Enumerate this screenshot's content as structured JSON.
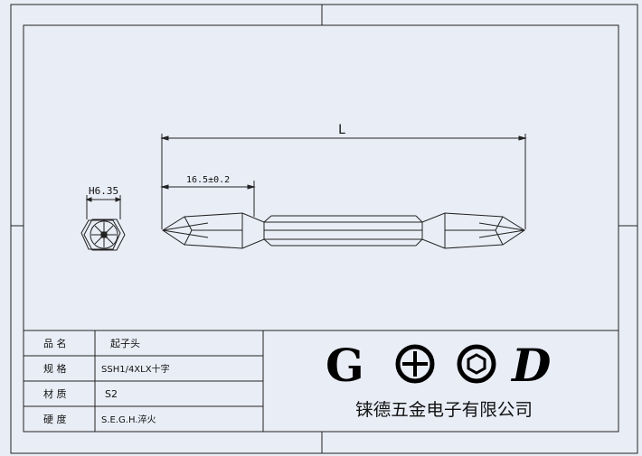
{
  "drawing": {
    "overall_length_label": "L",
    "tip_dimension_label": "16.5±0.2",
    "hex_size_label": "H6.35"
  },
  "title_block": {
    "rows": [
      {
        "label": "品 名",
        "value": "起子头"
      },
      {
        "label": "规 格",
        "value": "SSH1/4XLX十字"
      },
      {
        "label": "材 质",
        "value": "S2"
      },
      {
        "label": "硬 度",
        "value": "S.E.G.H.淬火"
      }
    ],
    "logo_letters": [
      "G",
      "D"
    ],
    "company_name": "铼德五金电子有限公司"
  },
  "colors": {
    "background": "#e9edf6",
    "line": "#1a1a1a"
  }
}
